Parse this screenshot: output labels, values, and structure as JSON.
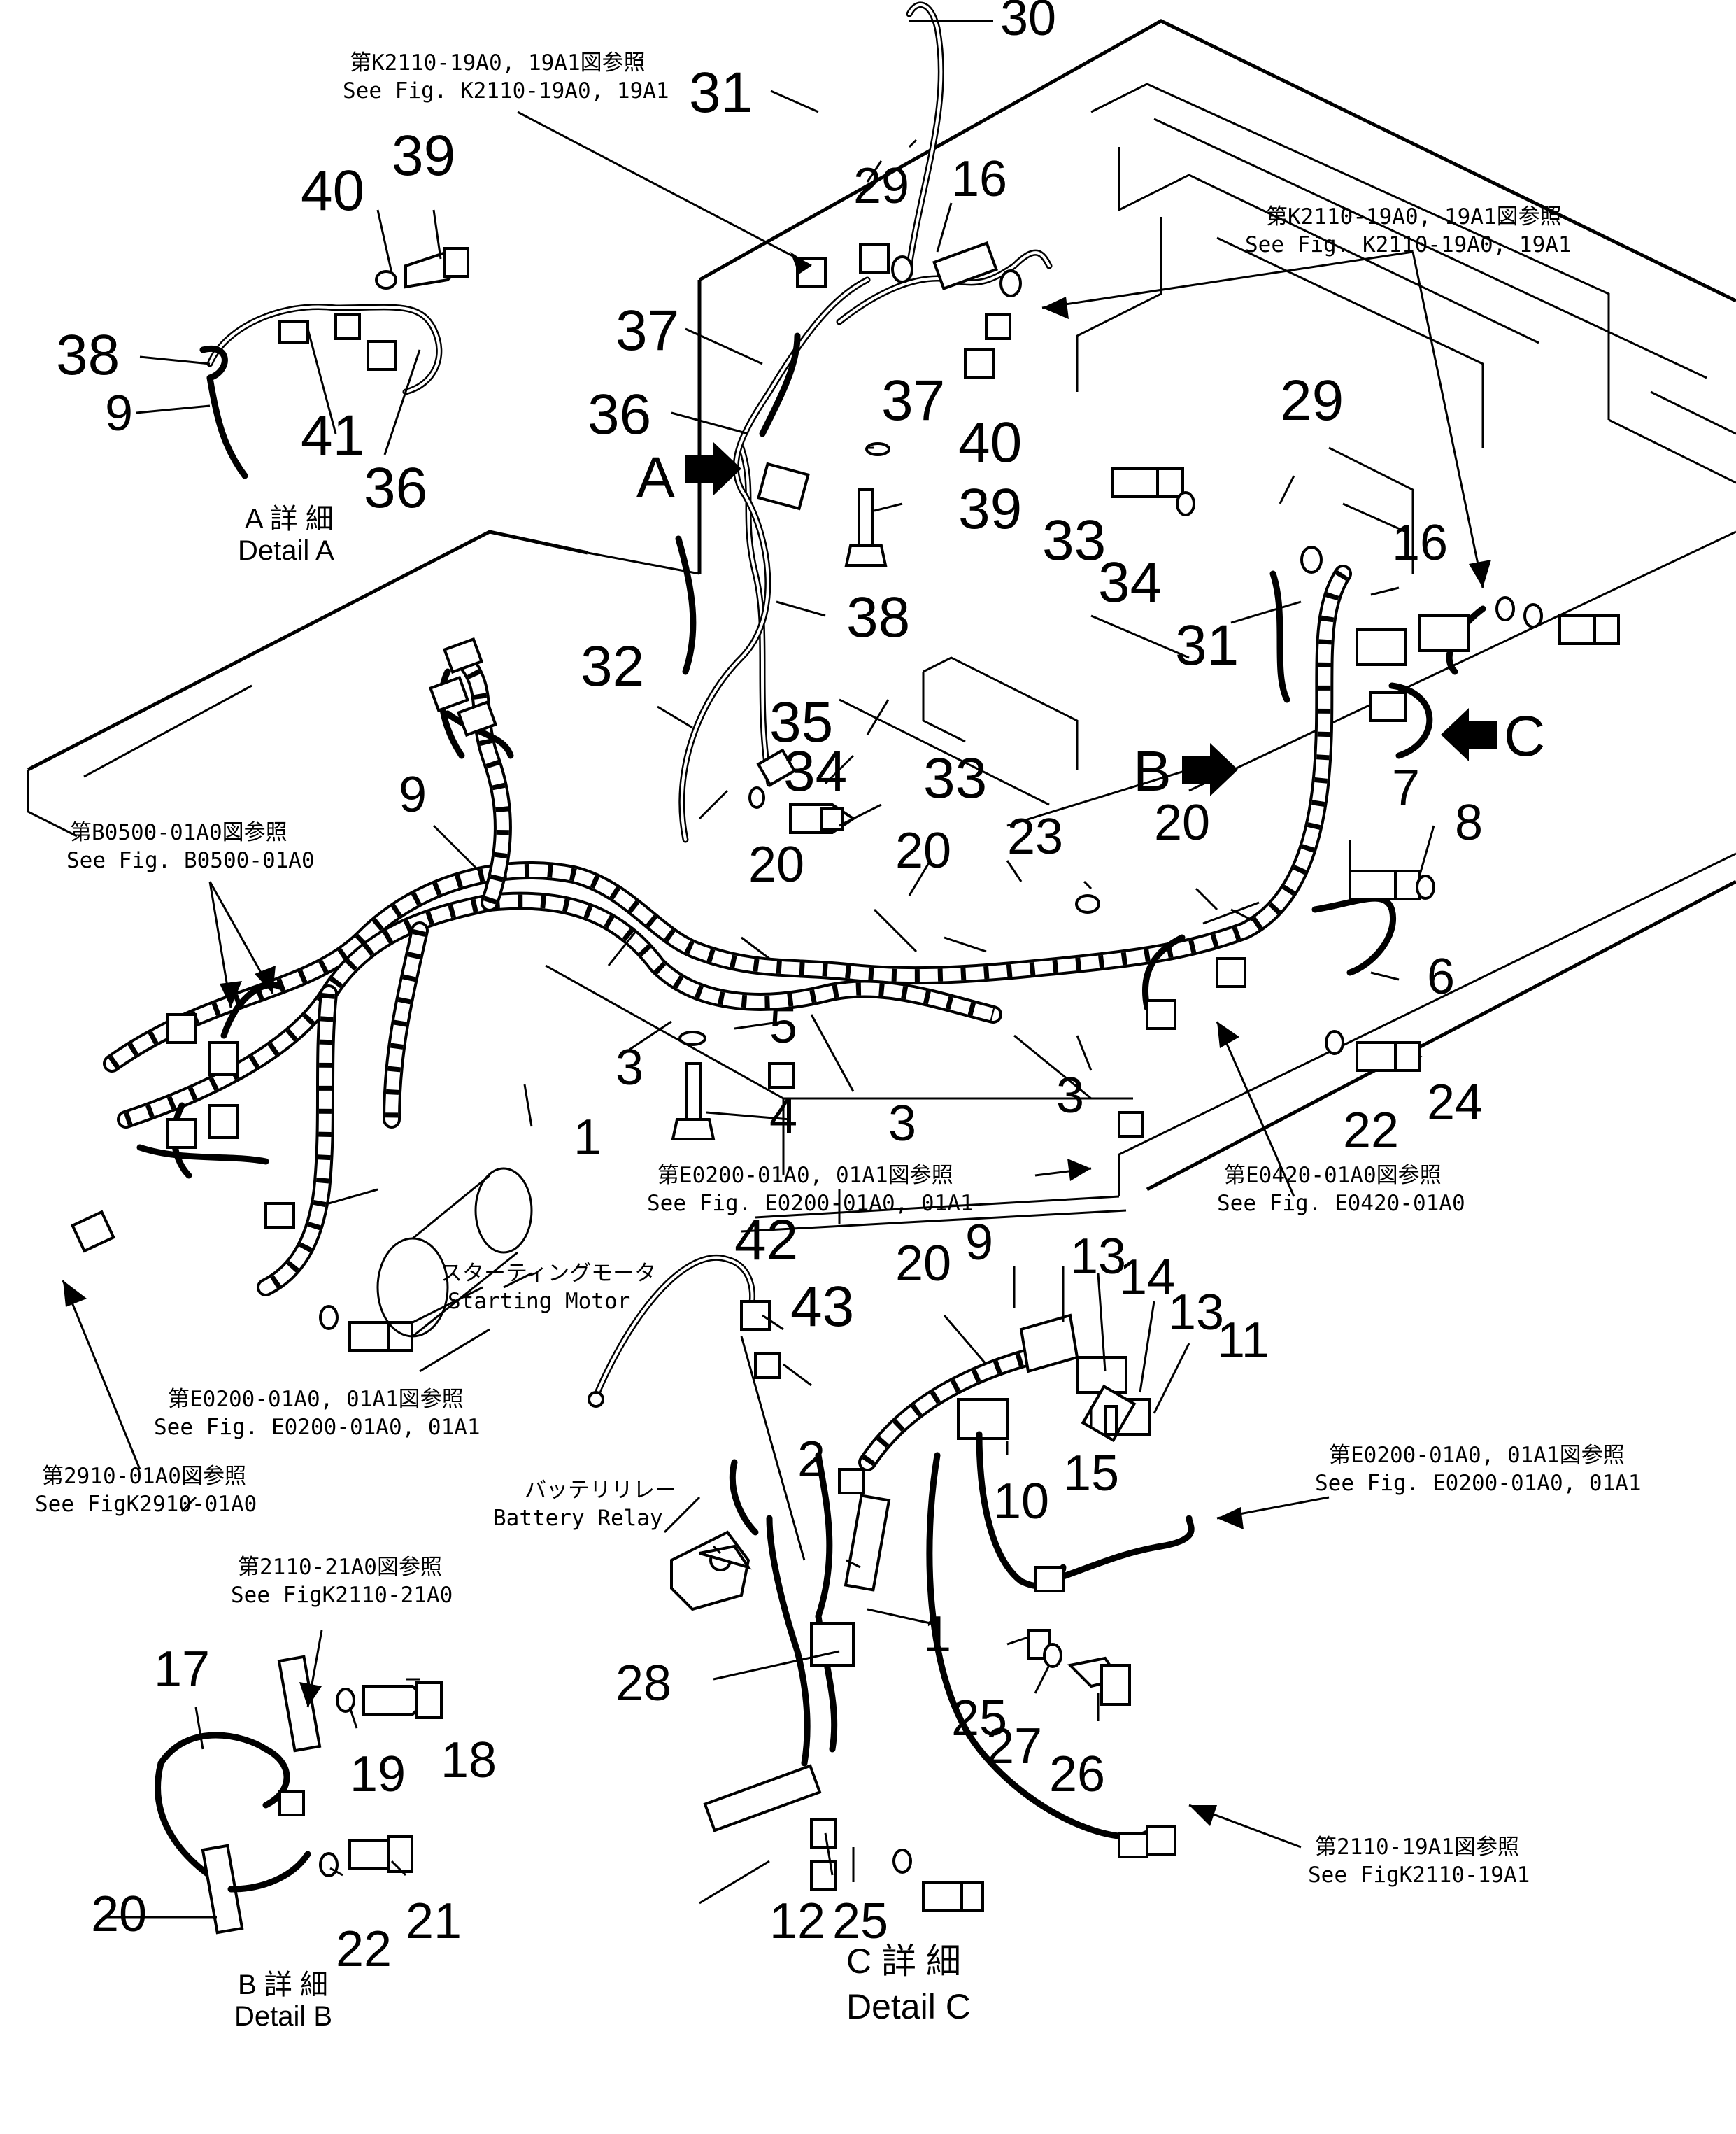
{
  "labels": {
    "n1a": "1",
    "n1b": "1",
    "n2": "2",
    "n3a": "3",
    "n3b": "3",
    "n3c": "3",
    "n4": "4",
    "n5": "5",
    "n6": "6",
    "n7": "7",
    "n8": "8",
    "n9a": "9",
    "n9b": "9",
    "n9c": "9",
    "n10": "10",
    "n11": "11",
    "n12": "12",
    "n13a": "13",
    "n13b": "13",
    "n14": "14",
    "n15": "15",
    "n16a": "16",
    "n16b": "16",
    "n17": "17",
    "n18": "18",
    "n19": "19",
    "n20a": "20",
    "n20b": "20",
    "n20c": "20",
    "n20d": "20",
    "n20e": "20",
    "n21": "21",
    "n22a": "22",
    "n22b": "22",
    "n23": "23",
    "n24": "24",
    "n25a": "25",
    "n25b": "25",
    "n26": "26",
    "n27": "27",
    "n28": "28",
    "n29a": "29",
    "n29b": "29",
    "n30": "30",
    "n31a": "31",
    "n31b": "31",
    "n32": "32",
    "n33a": "33",
    "n33b": "33",
    "n34a": "34",
    "n34b": "34",
    "n35": "35",
    "n36a": "36",
    "n36b": "36",
    "n37a": "37",
    "n37b": "37",
    "n38a": "38",
    "n38b": "38",
    "n39a": "39",
    "n39b": "39",
    "n40a": "40",
    "n40b": "40",
    "n41": "41",
    "n42": "42",
    "n43": "43"
  },
  "arrows": {
    "a": "A",
    "b": "B",
    "c": "C"
  },
  "refs": {
    "k2110_top": {
      "jp": "第K2110-19A0, 19A1図参照",
      "en": "See Fig. K2110-19A0, 19A1"
    },
    "k2110_right": {
      "jp": "第K2110-19A0, 19A1図参照",
      "en": "See Fig. K2110-19A0, 19A1"
    },
    "b0500": {
      "jp": "第B0500-01A0図参照",
      "en": "See Fig. B0500-01A0"
    },
    "e0200_mid": {
      "jp": "第E0200-01A0, 01A1図参照",
      "en": "See Fig. E0200-01A0, 01A1"
    },
    "e0420": {
      "jp": "第E0420-01A0図参照",
      "en": "See Fig. E0420-01A0"
    },
    "e0200_left": {
      "jp": "第E0200-01A0, 01A1図参照",
      "en": "See Fig. E0200-01A0, 01A1"
    },
    "e0200_right": {
      "jp": "第E0200-01A0, 01A1図参照",
      "en": "See Fig. E0200-01A0, 01A1"
    },
    "k2910": {
      "jp": "第2910-01A0図参照",
      "en": "See FigK2910-01A0"
    },
    "k2110_21": {
      "jp": "第2110-21A0図参照",
      "en": "See FigK2110-21A0"
    },
    "k2110_19a1": {
      "jp": "第2110-19A1図参照",
      "en": "See FigK2110-19A1"
    }
  },
  "components": {
    "starting_motor": {
      "jp": "スターティングモータ",
      "en": "Starting Motor"
    },
    "battery_relay": {
      "jp": "バッテリリレー",
      "en": "Battery Relay"
    }
  },
  "details": {
    "a": {
      "jp": "A 詳 細",
      "en": "Detail A"
    },
    "b": {
      "jp": "B 詳 細",
      "en": "Detail B"
    },
    "c": {
      "jp": "C 詳 細",
      "en": "Detail C"
    }
  }
}
